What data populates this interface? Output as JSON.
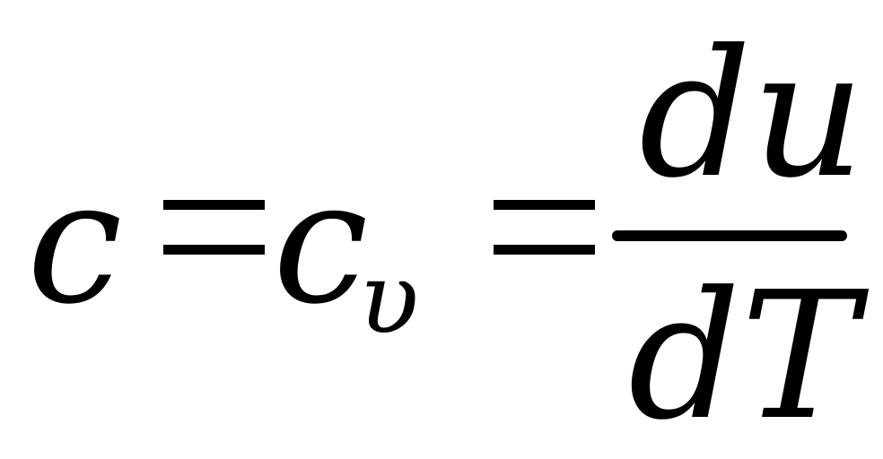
{
  "equation": {
    "lhs_variable": "c",
    "equals_sign_1": "=",
    "middle_variable": "c",
    "middle_subscript": "υ",
    "equals_sign_2": "=",
    "fraction": {
      "numerator": "du",
      "denominator": "dT"
    }
  }
}
